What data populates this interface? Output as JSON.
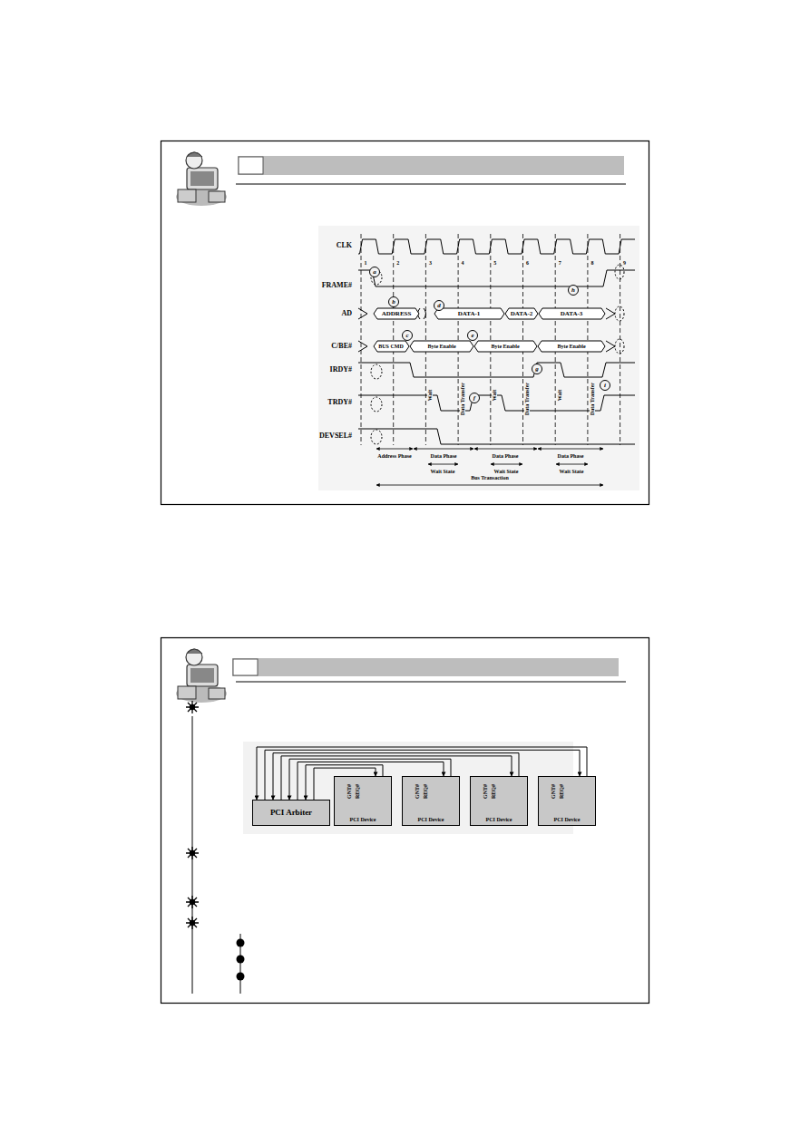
{
  "diagram": {
    "nodes": [
      {
        "text": [
          "PCI Arbiter"
        ]
      },
      {
        "text": [
          "GNT#",
          "REQ#",
          "PCI Device"
        ]
      },
      {
        "text": [
          "GNT#",
          "REQ#",
          "PCI Device"
        ]
      },
      {
        "text": [
          "GNT#",
          "REQ#",
          "PCI Device"
        ]
      },
      {
        "text": [
          "GNT#",
          "REQ#",
          "PCI Device"
        ]
      }
    ],
    "edges": [
      {
        "from": 0,
        "to": 4,
        "arrow": "to"
      },
      {
        "from": 4,
        "to": 0,
        "arrow": "to"
      },
      {
        "from": 0,
        "to": 3,
        "arrow": "to"
      },
      {
        "from": 3,
        "to": 0,
        "arrow": "to"
      },
      {
        "from": 0,
        "to": 2,
        "arrow": "to"
      },
      {
        "from": 2,
        "to": 0,
        "arrow": "to"
      },
      {
        "from": 0,
        "to": 1,
        "arrow": "to"
      },
      {
        "from": 1,
        "to": 0,
        "arrow": "to"
      }
    ],
    "labels": [
      "CLK",
      "1",
      "2",
      "3",
      "4",
      "5",
      "6",
      "7",
      "8",
      "9",
      "FRAME#",
      "AD",
      "C/BE#",
      "IRDY#",
      "TRDY#",
      "DEVSEL#",
      "a",
      "b",
      "c",
      "d",
      "e",
      "f",
      "g",
      "h",
      "i",
      "ADDRESS",
      "DATA-1",
      "DATA-2",
      "DATA-3",
      "BUS CMD",
      "Byte Enable",
      "Byte Enable",
      "Byte Enable",
      "Wait",
      "Data Transfer",
      "Wait",
      "Data Transfer",
      "Wait",
      "Data Transfer",
      "Address Phase",
      "Data Phase",
      "Wait State",
      "Data Phase",
      "Wait State",
      "Data Phase",
      "Wait State",
      "Bus Transaction"
    ]
  }
}
